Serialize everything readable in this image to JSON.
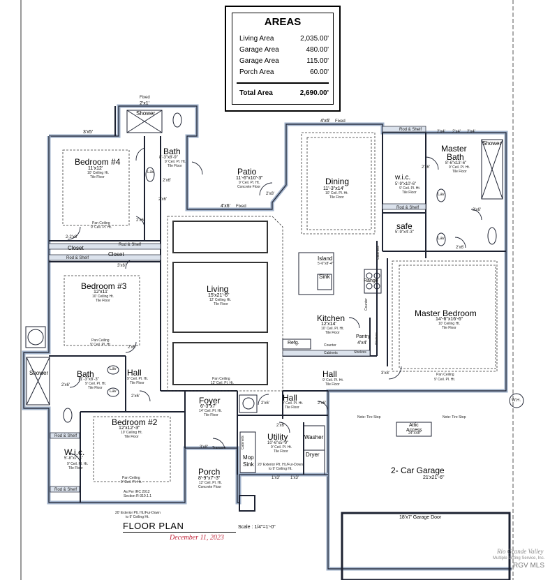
{
  "areas": {
    "title": "AREAS",
    "rows": [
      {
        "label": "Living Area",
        "value": "2,035.00'"
      },
      {
        "label": "Garage Area",
        "value": "480.00'"
      },
      {
        "label": "Garage Area",
        "value": "115.00'"
      },
      {
        "label": "Porch Area",
        "value": "60.00'"
      }
    ],
    "total_label": "Total Area",
    "total_value": "2,690.00'"
  },
  "rooms": {
    "bedroom4": {
      "name": "Bedroom #4",
      "dims": "11'x12'",
      "notes": [
        "10' Ceiling Ht.",
        "Tile Floor"
      ],
      "pan": "Pan Ceiling",
      "pan2": "9' Ceil. Pl. Ht."
    },
    "bath_top": {
      "name": "Bath",
      "dims": "8'-3\"x8'-9\"",
      "notes": [
        "9' Ceil. Pl. Ht.",
        "Tile Floor"
      ]
    },
    "shower_top": {
      "name": "Shower"
    },
    "patio": {
      "name": "Patio",
      "dims": "11'-6\"x10'-3\"",
      "notes": [
        "9' Ceil. Pl. Ht.",
        "Concrete Floor"
      ]
    },
    "dining": {
      "name": "Dining",
      "dims": "11'-3\"x14'",
      "notes": [
        "10' Ceil. Pl. Ht.",
        "Tile Floor"
      ]
    },
    "wic_master": {
      "name": "w.i.c.",
      "dims": "5'-9\"x10'-6\"",
      "notes": [
        "9' Ceil. Pl. Ht.",
        "Tile Floor"
      ]
    },
    "master_bath": {
      "name1": "Master",
      "name2": "Bath",
      "dims": "8'-6\"x13'-6\"",
      "notes": [
        "9' Ceil. Pl. Ht.",
        "Tile Floor"
      ]
    },
    "shower_master": {
      "name": "Shower"
    },
    "safe": {
      "name": "safe",
      "dims": "5'-9\"x4'-3\""
    },
    "closet1": {
      "name": "Closet"
    },
    "closet2": {
      "name": "Closet"
    },
    "rod_shelf": "Rod & Shelf",
    "bedroom3": {
      "name": "Bedroom #3",
      "dims": "12'x11'",
      "notes": [
        "10' Ceiling Ht.",
        "Tile Floor"
      ],
      "pan": "Pan Ceiling",
      "pan2": "9' Ceil. Pl. Ht."
    },
    "living": {
      "name": "Living",
      "dims": "15'x21'-6\"",
      "notes": [
        "12' Ceiling Ht.",
        "Tile Floor"
      ],
      "pan": "Pan Ceiling",
      "pan2": "12' Ceil. Pl. Ht."
    },
    "kitchen": {
      "name": "Kitchen",
      "dims": "12'x14'",
      "notes": [
        "10' Ceil. Pl. Ht.",
        "Tile Floor"
      ]
    },
    "island": {
      "name": "Island",
      "dims": "5'-6\"x8'-4\""
    },
    "sink_kitchen": "Sink",
    "range": "Range",
    "cabinets": "Cabinets",
    "counter": "Counter",
    "refg": "Refg.",
    "shelves": "Shelves",
    "pantry": {
      "name": "Pantry",
      "dims": "4'x4'"
    },
    "master_bedroom": {
      "name": "Master Bedroom",
      "dims": "14'-6\"x16'-6\"",
      "notes": [
        "10' Ceiling Ht.",
        "Tile Floor"
      ],
      "pan": "Pan Ceiling",
      "pan2": "9' Ceil. Pl. Ht."
    },
    "bath_left": {
      "name": "Bath",
      "dims": "11'-3\"x8'-3\"",
      "notes": [
        "9' Ceil. Pl. Ht.",
        "Tile Floor"
      ]
    },
    "shower_left": {
      "name": "Shower"
    },
    "hall_left": {
      "name": "Hall",
      "notes": [
        "9' Ceil. Pl. Ht.",
        "Tile Floor"
      ]
    },
    "hall_kitchen": {
      "name": "Hall",
      "notes": [
        "9' Ceil. Pl. Ht.",
        "Tile Floor"
      ]
    },
    "hall_utility": {
      "name": "Hall",
      "notes": [
        "9' Ceil. Pl. Ht.",
        "Tile Floor"
      ]
    },
    "bedroom2": {
      "name": "Bedroom #2",
      "dims": "12'x12'-3\"",
      "notes": [
        "10' Ceiling Ht.",
        "Tile Floor"
      ],
      "pan": "Pan Ceiling",
      "pan2": "9' Ceil. Pl. Ht."
    },
    "wic_left": {
      "name": "W.i.c.",
      "dims": "5'-8\"x7'-5\"",
      "notes": [
        "9' Ceil. Pl. Ht.",
        "Tile Floor"
      ]
    },
    "foyer": {
      "name": "Foyer",
      "dims": "6'-3\"x7'",
      "notes": [
        "14' Ceil. Pl. Ht.",
        "Tile Floor"
      ]
    },
    "porch": {
      "name": "Porch",
      "dims": "8'-9\"x7'-3\"",
      "notes": [
        "12' Ceil. Pl. Ht.",
        "Concrete Floor"
      ]
    },
    "utility": {
      "name": "Utility",
      "dims": "10'-6\"x5'-9\"",
      "notes": [
        "9' Ceil. Pl. Ht.",
        "Tile Floor"
      ]
    },
    "washer": "Washer",
    "dryer": "Dryer",
    "mop_sink": {
      "line1": "Mop",
      "line2": "Sink"
    },
    "attic": {
      "line1": "Attic",
      "line2": "Access",
      "dims": "24\"X48\""
    },
    "garage": {
      "name": "2- Car Garage",
      "dims": "21'x21'-6\""
    },
    "garage_door": "18'x7' Garage Door",
    "tire_stop": "Note: Tire Stop",
    "wh": "W.H.",
    "lav": "Lav",
    "transom": "Transom",
    "fixed": "Fixed",
    "egress1": "As Per IRC 2012",
    "egress2": "Section R-310.1.1",
    "ext_ht1": "20' Exterior Plt. Ht./Fur-Down",
    "ext_ht2": "to 9' Ceiling Ht."
  },
  "dims": {
    "top_fixed": "2'x1'",
    "bath_win": "3'x5'",
    "patio_win": "4'x6'",
    "dining_win": "4'x6'",
    "master_wins": [
      "2'x4'",
      "2'x4'",
      "2'x4'"
    ],
    "doors": [
      "2'x6'",
      "2'x6'",
      "2'x8'",
      "2-2'x6'",
      "2'x6'",
      "3'x6'",
      "2'x6'",
      "2'x6'",
      "2'x6'",
      "2'x6'",
      "3'x8'",
      "2'x6'",
      "2'x6'",
      "2'x6'",
      "2'x6'",
      "2'x6'"
    ],
    "porch_door": "3'x8'",
    "util_win": "1'x3'"
  },
  "footer": {
    "title": "FLOOR  PLAN",
    "scale": "Scale : 1/4\"=1'-0\"",
    "date": "December  11, 2023"
  },
  "watermark": {
    "line1": "Rio Grande Valley",
    "line2": "Multiple Listing Service, Inc.",
    "line3": "RGV MLS"
  },
  "colors": {
    "wall_fill": "#c8d2e0",
    "wall_stroke": "#1c2130",
    "date": "#c0263a",
    "watermark": "#8a8a8a"
  }
}
